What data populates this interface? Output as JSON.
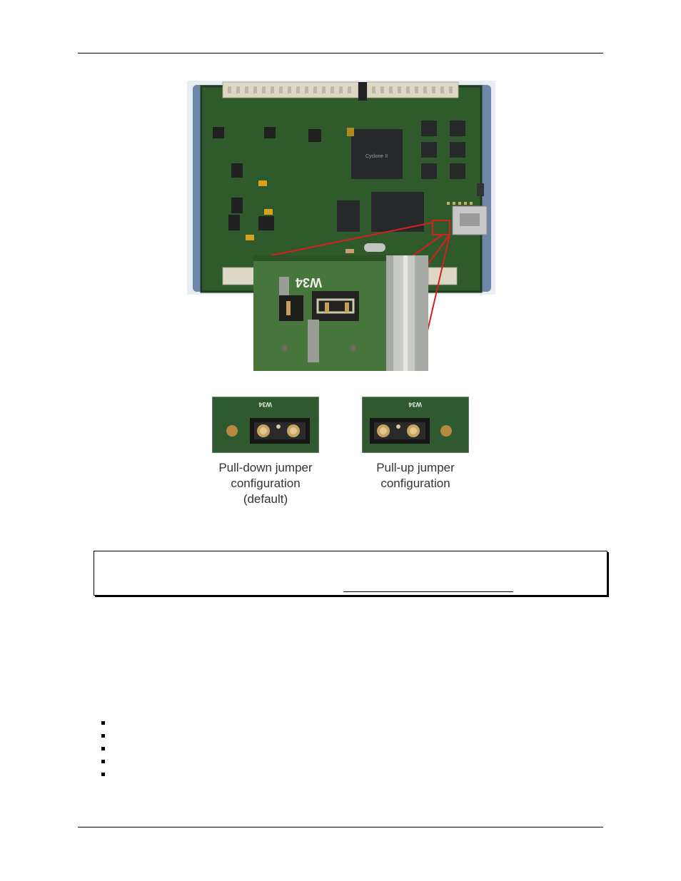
{
  "figure": {
    "chip_labels": {
      "fpga": "Cyclone II",
      "jumper_zoom": "W34",
      "jumper_small": "W34"
    }
  },
  "captions": {
    "pulldown": [
      "Pull-down jumper",
      "configuration",
      "(default)"
    ],
    "pullup": [
      "Pull-up jumper",
      "configuration"
    ]
  },
  "bullets": [
    "",
    "",
    "",
    "",
    ""
  ],
  "colors": {
    "pcb_green": "#2f5a2c",
    "pcb_dark": "#1f3d1e",
    "enclosure": "#6f87a8",
    "callout_red": "#d81e1e",
    "terminal_beige": "#ddd8c6"
  }
}
